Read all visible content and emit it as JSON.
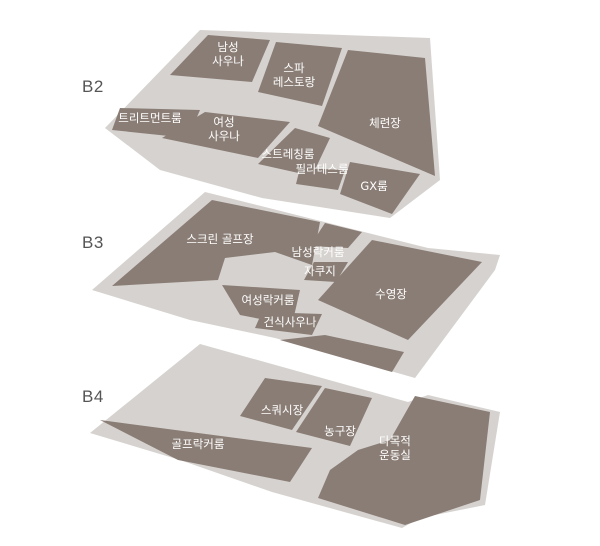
{
  "floors": [
    {
      "label": "B2",
      "rooms": [
        "남성\n사우나",
        "스파\n레스토랑",
        "체련장",
        "트리트먼트룸",
        "여성\n사우나",
        "스트레칭룸",
        "필라테스룸",
        "GX룸"
      ]
    },
    {
      "label": "B3",
      "rooms": [
        "스크린 골프장",
        "남성락커룸",
        "자쿠지",
        "수영장",
        "여성락커룸",
        "건식사우나"
      ]
    },
    {
      "label": "B4",
      "rooms": [
        "골프락커룸",
        "스쿼시장",
        "농구장",
        "다목적\n운동실"
      ]
    }
  ],
  "colors": {
    "room": "#8a7d75",
    "slab": "#d6d2cf",
    "label_text": "#ffffff",
    "floor_label": "#555555"
  }
}
